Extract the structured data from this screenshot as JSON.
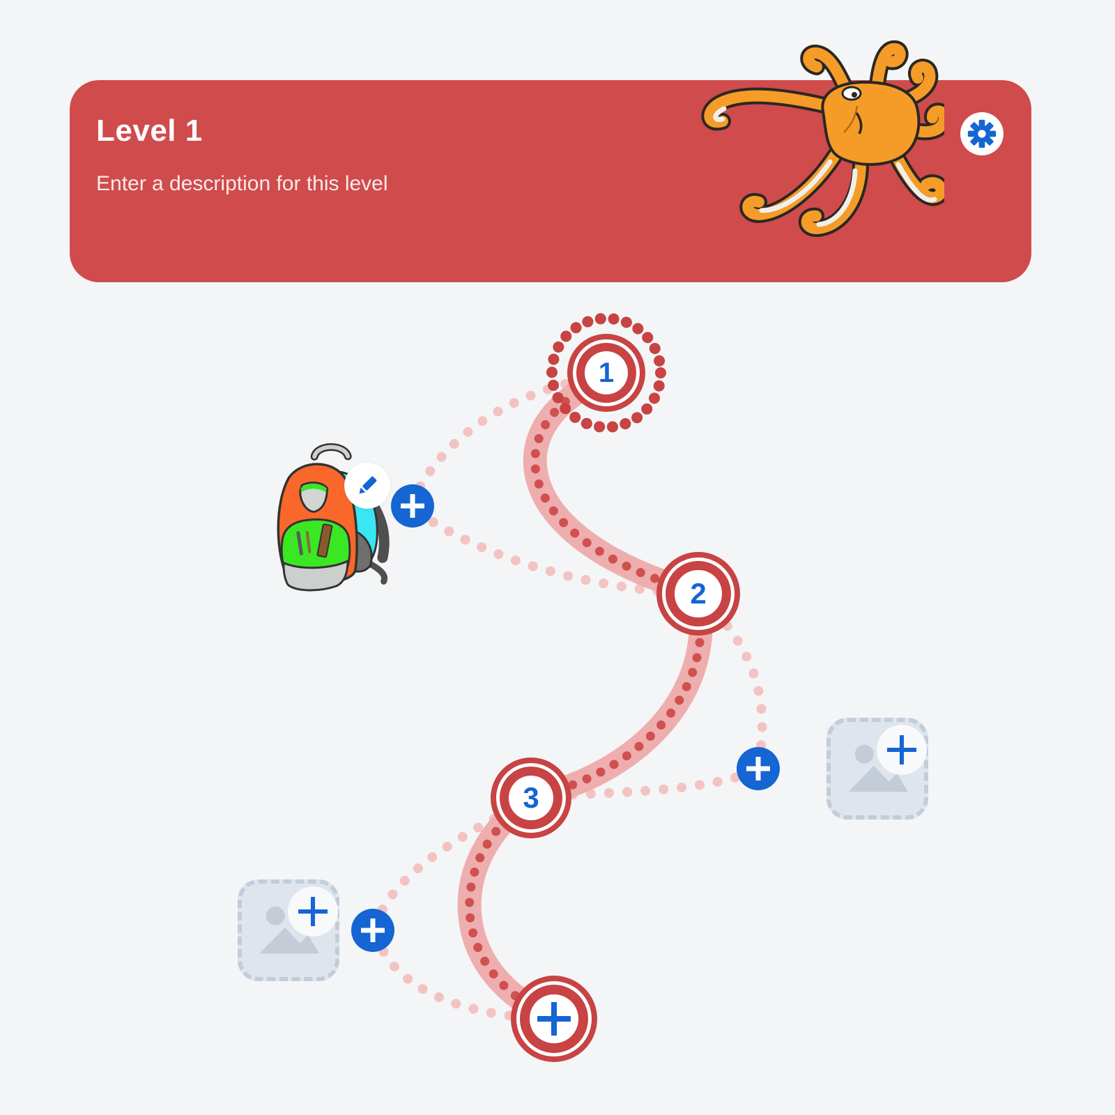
{
  "header": {
    "title": "Level 1",
    "subtitle": "Enter a description for this level"
  },
  "map": {
    "nodes": [
      {
        "label": "1",
        "type": "step",
        "highlighted": true
      },
      {
        "label": "2",
        "type": "step"
      },
      {
        "label": "3",
        "type": "step"
      },
      {
        "label": "+",
        "type": "add-step"
      }
    ],
    "attachment_image": "backpack-illustration",
    "mascot": "octopus-illustration",
    "media_placeholders": 2
  },
  "icons": {
    "settings": "gear-icon",
    "edit": "pencil-icon",
    "add": "plus-icon",
    "media_placeholder": "image-icon"
  },
  "colors": {
    "background": "#f4f5f7",
    "header_bg": "#d04b4b",
    "node_red": "#c84343",
    "path_band": "#efaeae",
    "path_dots": "#d05050",
    "alt_path_dots": "#f3c3c3",
    "accent_blue": "#1565d2",
    "tile_bg": "#dfe5ec",
    "tile_border": "#c2cdd9",
    "octopus_orange": "#f59c28"
  }
}
